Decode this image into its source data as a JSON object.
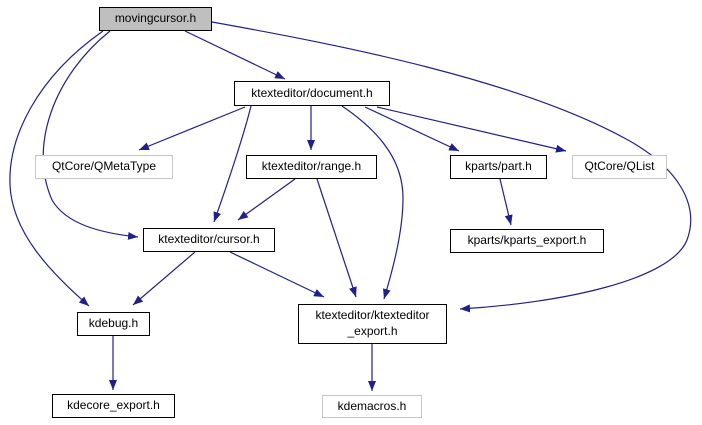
{
  "diagram": {
    "kind": "include-dependency-graph",
    "root": "movingcursor.h"
  },
  "colors": {
    "background": "#ffffff",
    "edge": "#20208c",
    "node_border": "#000000",
    "external_node_border": "#c6c6c6",
    "node_fill": "#ffffff",
    "main_node_fill": "#bfbfbf",
    "text": "#000000"
  },
  "nodes": [
    {
      "id": "movingcursor",
      "label": "movingcursor.h",
      "kind": "main"
    },
    {
      "id": "document",
      "label": "ktexteditor/document.h",
      "kind": "internal"
    },
    {
      "id": "qmetatype",
      "label": "QtCore/QMetaType",
      "kind": "external"
    },
    {
      "id": "range",
      "label": "ktexteditor/range.h",
      "kind": "internal"
    },
    {
      "id": "part",
      "label": "kparts/part.h",
      "kind": "internal"
    },
    {
      "id": "qlist",
      "label": "QtCore/QList",
      "kind": "external"
    },
    {
      "id": "cursor",
      "label": "ktexteditor/cursor.h",
      "kind": "internal"
    },
    {
      "id": "kparts_export",
      "label": "kparts/kparts_export.h",
      "kind": "internal"
    },
    {
      "id": "kdebug",
      "label": "kdebug.h",
      "kind": "internal"
    },
    {
      "id": "ktexteditor_export",
      "label": "ktexteditor/ktexteditor_export.h",
      "line1": "ktexteditor/ktexteditor",
      "line2": "_export.h",
      "kind": "internal"
    },
    {
      "id": "kdecore_export",
      "label": "kdecore_export.h",
      "kind": "internal"
    },
    {
      "id": "kdemacros",
      "label": "kdemacros.h",
      "kind": "external"
    }
  ],
  "edges": [
    {
      "from": "movingcursor.h",
      "to": "ktexteditor/document.h"
    },
    {
      "from": "movingcursor.h",
      "to": "ktexteditor/cursor.h"
    },
    {
      "from": "movingcursor.h",
      "to": "kdebug.h"
    },
    {
      "from": "movingcursor.h",
      "to": "ktexteditor/ktexteditor_export.h"
    },
    {
      "from": "ktexteditor/document.h",
      "to": "QtCore/QMetaType"
    },
    {
      "from": "ktexteditor/document.h",
      "to": "ktexteditor/range.h"
    },
    {
      "from": "ktexteditor/document.h",
      "to": "ktexteditor/cursor.h"
    },
    {
      "from": "ktexteditor/document.h",
      "to": "kparts/part.h"
    },
    {
      "from": "ktexteditor/document.h",
      "to": "QtCore/QList"
    },
    {
      "from": "ktexteditor/document.h",
      "to": "ktexteditor/ktexteditor_export.h"
    },
    {
      "from": "ktexteditor/range.h",
      "to": "ktexteditor/cursor.h"
    },
    {
      "from": "ktexteditor/range.h",
      "to": "ktexteditor/ktexteditor_export.h"
    },
    {
      "from": "ktexteditor/cursor.h",
      "to": "kdebug.h"
    },
    {
      "from": "ktexteditor/cursor.h",
      "to": "ktexteditor/ktexteditor_export.h"
    },
    {
      "from": "kparts/part.h",
      "to": "kparts/kparts_export.h"
    },
    {
      "from": "kdebug.h",
      "to": "kdecore_export.h"
    },
    {
      "from": "ktexteditor/ktexteditor_export.h",
      "to": "kdemacros.h"
    }
  ]
}
